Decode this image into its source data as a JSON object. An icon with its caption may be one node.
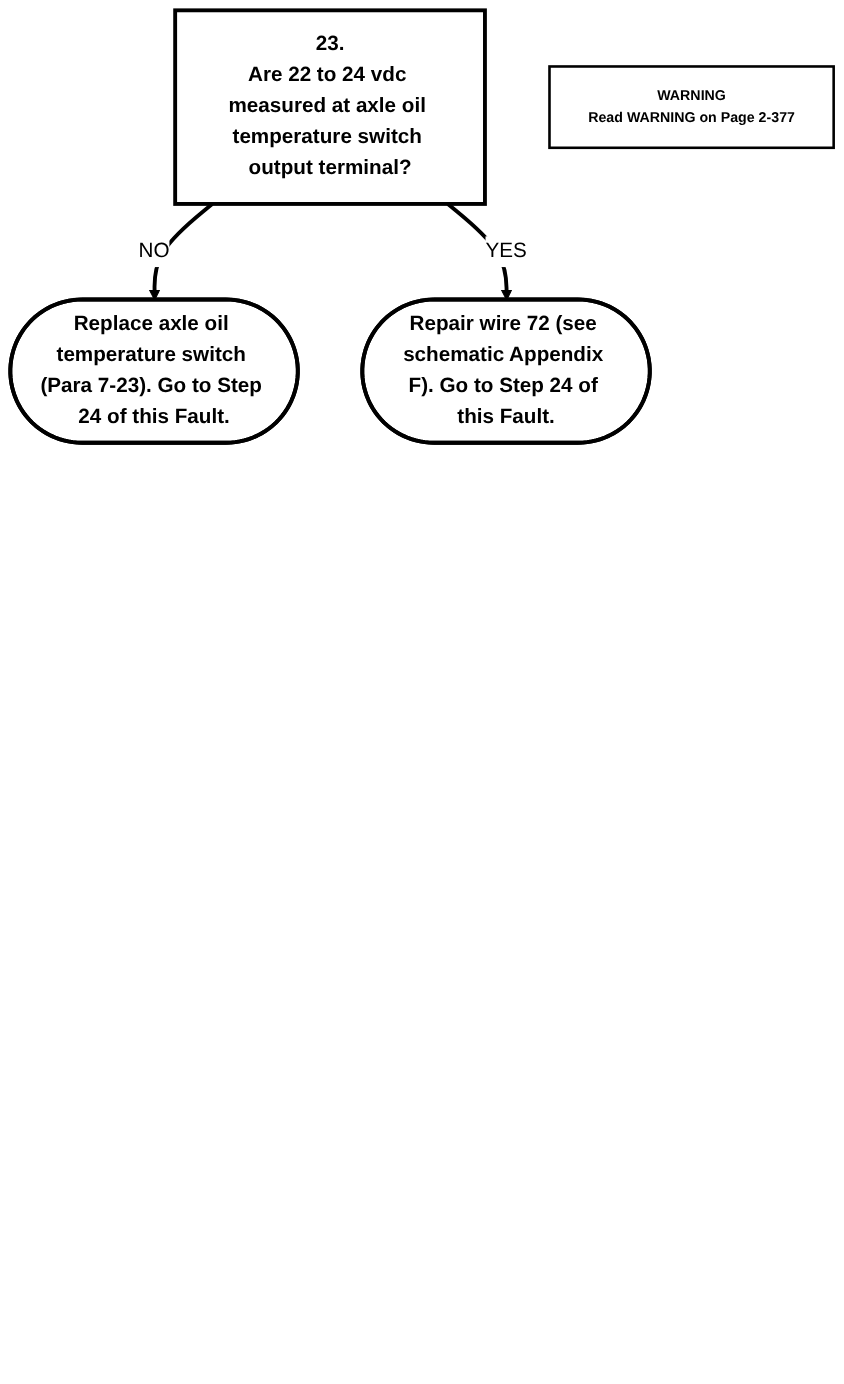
{
  "diagram": {
    "nodes": [
      {
        "text": [
          "23.",
          "Are 22 to 24 vdc measured at axle oil temperature switch output terminal?"
        ]
      },
      {
        "text": [
          "WARNING",
          "Read WARNING on Page 2-377"
        ]
      },
      {
        "text": [
          "Replace axle oil temperature switch (Para 7-23). Go to Step 24 of this Fault."
        ]
      },
      {
        "text": [
          "Repair wire 72 (see schematic Appendix F). Go to Step 24 of this Fault."
        ]
      }
    ],
    "edges": [
      {
        "from": 0,
        "to": 2,
        "arrow": "to",
        "label": "NO"
      },
      {
        "from": 0,
        "to": 3,
        "arrow": "to",
        "label": "YES"
      }
    ]
  }
}
